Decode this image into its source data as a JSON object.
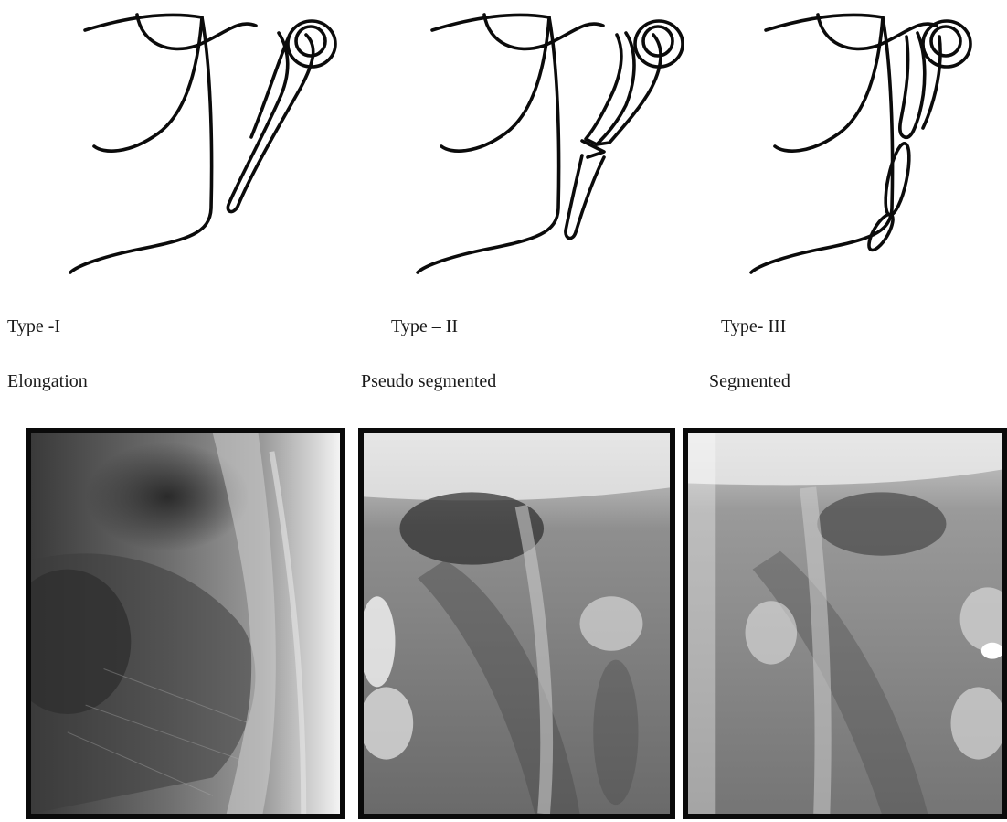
{
  "panels": [
    {
      "type_label": "Type -I",
      "description": "Elongation",
      "variant": "elongation"
    },
    {
      "type_label": "Type – II",
      "description": "Pseudo segmented",
      "variant": "pseudo-segmented"
    },
    {
      "type_label": "Type- III",
      "description": "Segmented",
      "variant": "segmented"
    }
  ]
}
